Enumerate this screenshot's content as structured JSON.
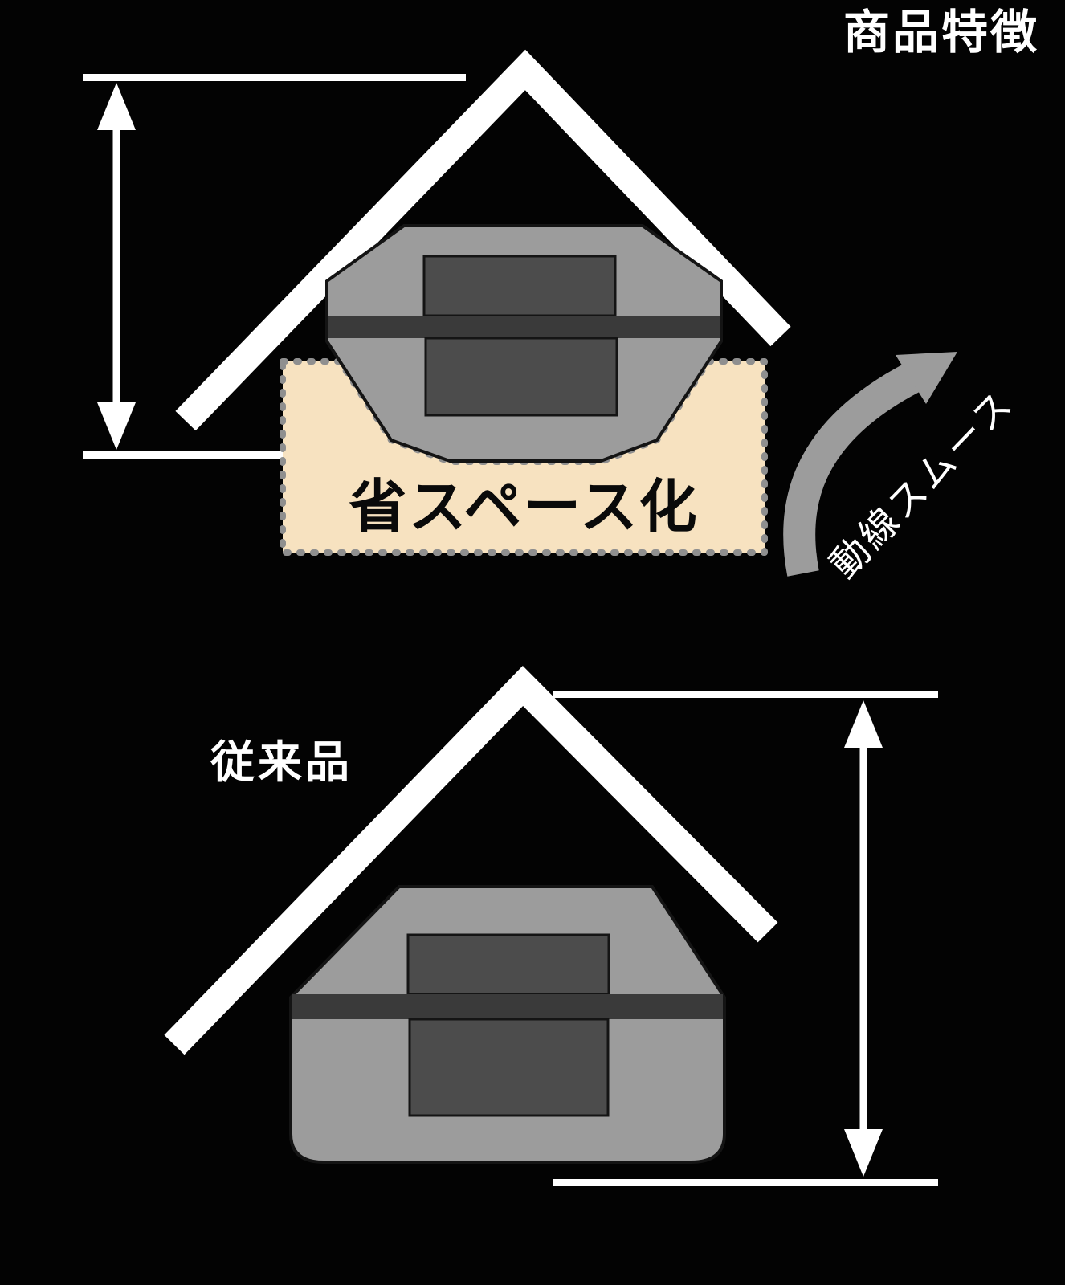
{
  "title": "商品特徴",
  "new_product": {
    "space_saving_label": "省スペース化",
    "flow_label": "動線スムース"
  },
  "conventional_product": {
    "label": "従来品"
  },
  "colors": {
    "background": "#000000",
    "outline_white": "#ffffff",
    "product_gray": "#9c9c9c",
    "product_dark": "#4c4c4c",
    "band_dark": "#3a3a3a",
    "highlight_beige": "#f7e2c0",
    "dash_gray": "#8f8f8f",
    "arrow_gray": "#9c9c9c"
  }
}
